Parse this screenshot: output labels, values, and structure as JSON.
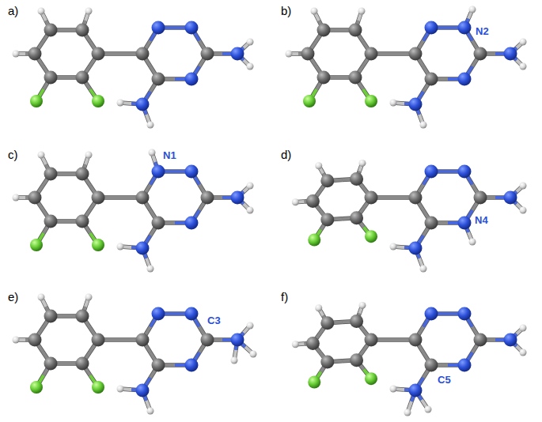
{
  "diagram": {
    "labels": [
      "a)",
      "b)",
      "c)",
      "d)",
      "e)",
      "f)",
      "N2",
      "N1",
      "N4",
      "C3",
      "C5"
    ]
  }
}
